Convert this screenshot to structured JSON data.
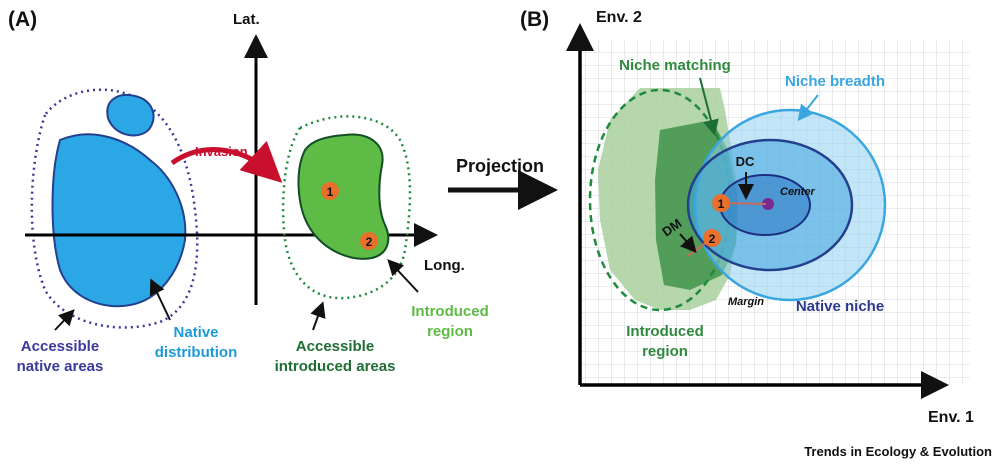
{
  "panelA": {
    "tag": "(A)",
    "axis_lat": "Lat.",
    "axis_long": "Long.",
    "invasion": "Invasion",
    "accessible_native_1": "Accessible",
    "accessible_native_2": "native areas",
    "native_dist_1": "Native",
    "native_dist_2": "distribution",
    "accessible_intro_1": "Accessible",
    "accessible_intro_2": "introduced areas",
    "intro_region_1": "Introduced",
    "intro_region_2": "region",
    "point1": "1",
    "point2": "2"
  },
  "projection": "Projection",
  "panelB": {
    "tag": "(B)",
    "axis_env2": "Env. 2",
    "axis_env1": "Env. 1",
    "niche_matching": "Niche matching",
    "niche_breadth": "Niche breadth",
    "dc": "DC",
    "center": "Center",
    "dm": "DM",
    "margin": "Margin",
    "native_niche": "Native niche",
    "intro_region_1": "Introduced",
    "intro_region_2": "region",
    "point1": "1",
    "point2": "2"
  },
  "credit": "Trends in Ecology & Evolution",
  "colors": {
    "native_blue": "#2ba7e6",
    "native_outline": "#23408e",
    "intro_green": "#5dbb46",
    "intro_dark": "#1f8a3c",
    "invasion_red": "#c8102e",
    "point_orange": "#e8702a",
    "breadth_blue": "#3aa6e0",
    "native_niche_navy": "#2b3a8c"
  }
}
